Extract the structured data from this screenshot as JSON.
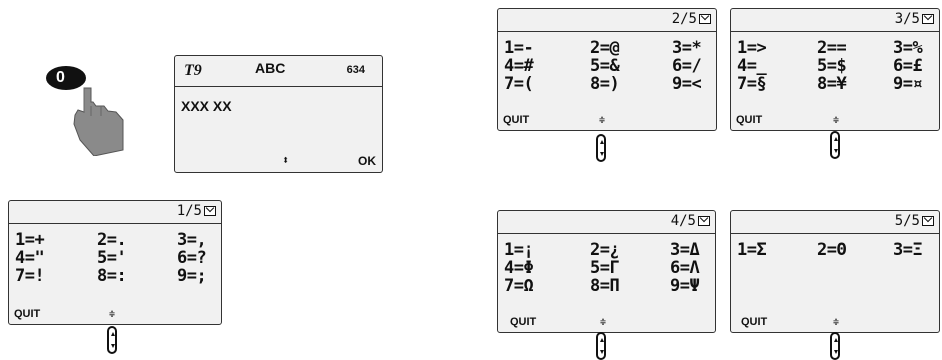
{
  "entry_screen": {
    "key_label": "0",
    "t9_label": "T9",
    "mode_label": "ABC",
    "count": "634",
    "text": "XXX XX",
    "nav_symbol": "⬍",
    "ok_label": "OK"
  },
  "quit_label": "QUIT",
  "nav_symbol": "≑",
  "screens": [
    {
      "page": "1/5",
      "rows": [
        [
          "1=+",
          "2=.",
          "3=,"
        ],
        [
          "4=\"",
          "5='",
          "6=?"
        ],
        [
          "7=!",
          "8=:",
          "9=;"
        ]
      ]
    },
    {
      "page": "2/5",
      "rows": [
        [
          "1=-",
          "2=@",
          "3=*"
        ],
        [
          "4=#",
          "5=&",
          "6=/"
        ],
        [
          "7=(",
          "8=)",
          "9=<"
        ]
      ]
    },
    {
      "page": "3/5",
      "rows": [
        [
          "1=>",
          "2==",
          "3=%"
        ],
        [
          "4=_",
          "5=$",
          "6=£"
        ],
        [
          "7=§",
          "8=¥",
          "9=¤"
        ]
      ]
    },
    {
      "page": "4/5",
      "rows": [
        [
          "1=¡",
          "2=¿",
          "3=Δ"
        ],
        [
          "4=Φ",
          "5=Γ",
          "6=Λ"
        ],
        [
          "7=Ω",
          "8=Π",
          "9=Ψ"
        ]
      ]
    },
    {
      "page": "5/5",
      "rows": [
        [
          "1=Σ",
          "2=Θ",
          "3=Ξ"
        ],
        [],
        []
      ]
    }
  ]
}
